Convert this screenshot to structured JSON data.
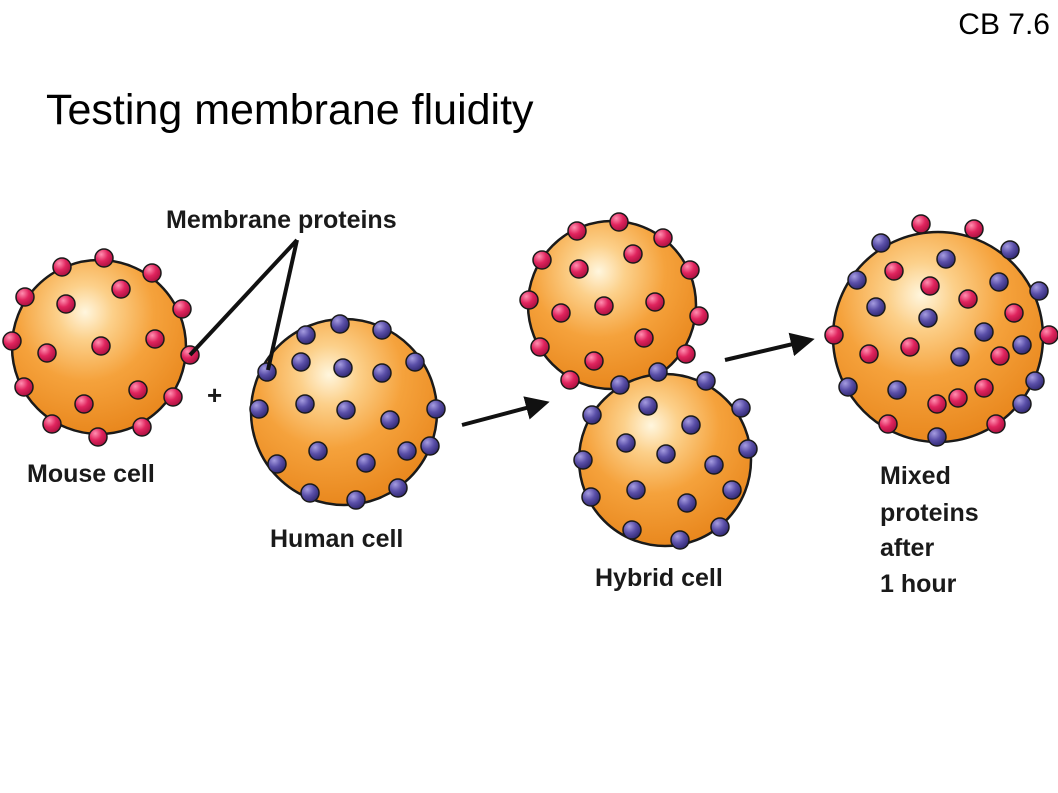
{
  "slide": {
    "ref": "CB 7.6",
    "title": "Testing membrane fluidity"
  },
  "diagram": {
    "labels": {
      "membrane_proteins": "Membrane proteins",
      "mouse_cell": "Mouse cell",
      "human_cell": "Human cell",
      "hybrid_cell": "Hybrid cell",
      "mixed_line1": "Mixed",
      "mixed_line2": "proteins",
      "mixed_line3": "after",
      "mixed_line4": "1 hour",
      "plus": "+"
    },
    "colors": {
      "cell_fill": "#f39a2c",
      "cell_highlight": "#fff6de",
      "cell_outline": "#1a1a1a",
      "mouse_protein": "#e0245e",
      "human_protein": "#5a4fa8",
      "arrow": "#111111"
    }
  }
}
